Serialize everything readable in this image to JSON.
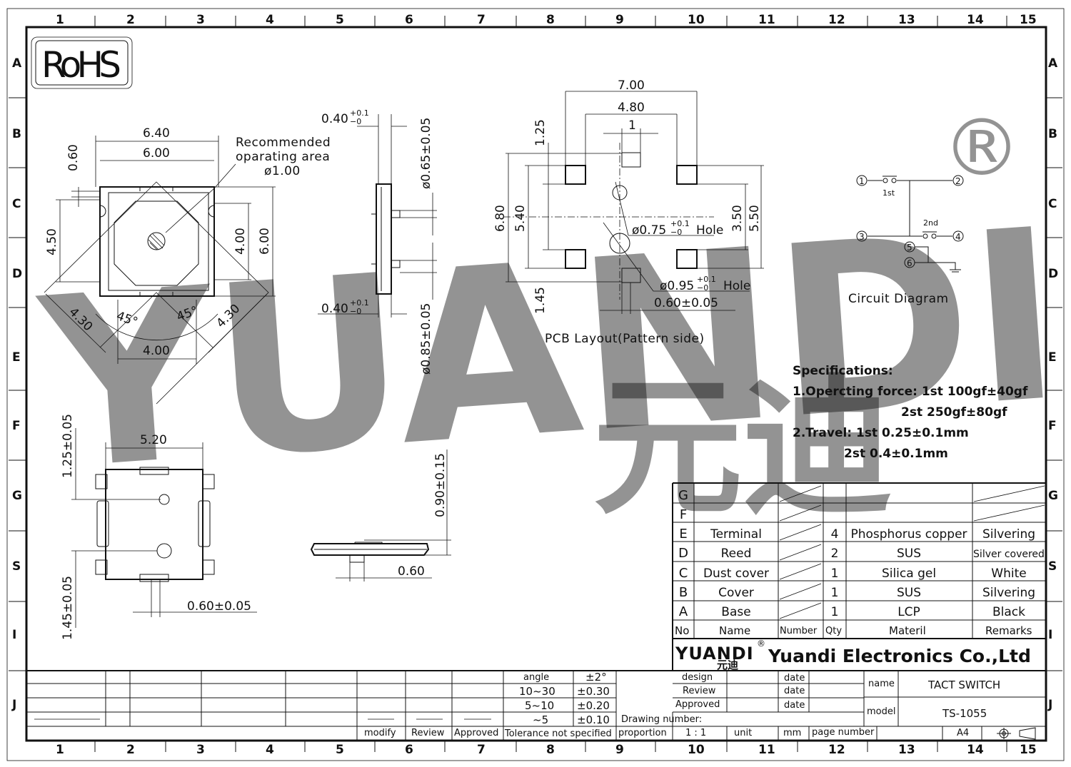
{
  "grid": {
    "columns": [
      "1",
      "2",
      "3",
      "4",
      "5",
      "6",
      "7",
      "8",
      "9",
      "10",
      "11",
      "12",
      "13",
      "14",
      "15"
    ],
    "rows": [
      "A",
      "B",
      "C",
      "D",
      "E",
      "F",
      "G",
      "S",
      "I",
      "J"
    ]
  },
  "rohs": "RoHS",
  "watermark": {
    "text": "YUANDI",
    "registered": "®",
    "cn": "元迪"
  },
  "top_view": {
    "dims": [
      "6.40",
      "6.00",
      "0.60",
      "4.50",
      "4.00",
      "6.00",
      "4.30",
      "4.30",
      "4.00",
      "45°",
      "45°"
    ],
    "rec_area": [
      "Recommended",
      "oparating  area",
      "ø1.00"
    ]
  },
  "side_view": {
    "d_top": "0.40",
    "d_top_tol": "+0.1",
    "d_top_tol2": "−0",
    "d_bot": "0.40",
    "d_bot_tol": "+0.1",
    "d_bot_tol2": "−0",
    "phi_top": "ø0.65±0.05",
    "phi_bot": "ø0.85±0.05"
  },
  "pcb": {
    "dims": [
      "7.00",
      "4.80",
      "1",
      "1.25",
      "6.80",
      "5.40",
      "3.50",
      "5.50",
      "1.45",
      "0.60±0.05"
    ],
    "hole1": "ø0.75",
    "hole1_tol": "+0.1",
    "hole1_tol2": "−0",
    "hole1_word": "Hole",
    "hole2": "ø0.95",
    "hole2_tol": "+0.1",
    "hole2_tol2": "−0",
    "hole2_word": "Hole",
    "caption": "PCB  Layout(Pattern  side)"
  },
  "circuit": {
    "pins": [
      "1",
      "2",
      "3",
      "4",
      "5",
      "6"
    ],
    "first": "1st",
    "second": "2nd",
    "caption": "Circuit  Diagram"
  },
  "specs": {
    "title": "Specifications:",
    "l1": "1.Opercting force: 1st 100gf±40gf",
    "l2": "2st 250gf±80gf",
    "l3": "2.Travel: 1st 0.25±0.1mm",
    "l4": "2st  0.4±0.1mm"
  },
  "bottom_view": {
    "dims": [
      "5.20",
      "1.25±0.05",
      "1.45±0.05",
      "0.60±0.05"
    ]
  },
  "side2_view": {
    "dims": [
      "0.90±0.15",
      "0.60"
    ]
  },
  "bom": {
    "rows": [
      {
        "no": "G",
        "name": "",
        "number": "",
        "qty": "",
        "mat": "",
        "rem": ""
      },
      {
        "no": "F",
        "name": "",
        "number": "",
        "qty": "",
        "mat": "",
        "rem": ""
      },
      {
        "no": "E",
        "name": "Terminal",
        "number": "",
        "qty": "4",
        "mat": "Phosphorus copper",
        "rem": "Silvering"
      },
      {
        "no": "D",
        "name": "Reed",
        "number": "",
        "qty": "2",
        "mat": "SUS",
        "rem": "Silver covered"
      },
      {
        "no": "C",
        "name": "Dust cover",
        "number": "",
        "qty": "1",
        "mat": "Silica gel",
        "rem": "White"
      },
      {
        "no": "B",
        "name": "Cover",
        "number": "",
        "qty": "1",
        "mat": "SUS",
        "rem": "Silvering"
      },
      {
        "no": "A",
        "name": "Base",
        "number": "",
        "qty": "1",
        "mat": "LCP",
        "rem": "Black"
      }
    ],
    "header": {
      "no": "No",
      "name": "Name",
      "number": "Number",
      "qty": "Qty",
      "mat": "Materil",
      "rem": "Remarks"
    }
  },
  "title_block": {
    "logo": "YUANDI",
    "logo_r": "®",
    "logo_cn": "元迪",
    "company": "Yuandi Electronics Co.,Ltd",
    "design": "design",
    "review": "Review",
    "approved": "Approved",
    "date1": "date",
    "date2": "date",
    "date3": "date",
    "name_label": "name",
    "name_value": "TACT SWITCH",
    "model_label": "model",
    "model_value": "TS-1055",
    "drawing_number": "Drawing number:",
    "proportion": "proportion",
    "scale": "1 : 1",
    "unit": "unit",
    "mm": "mm",
    "page_number": "page number",
    "size": "A4",
    "angle": "angle",
    "angle_tol": "±2°",
    "r1": "10~30",
    "t1": "±0.30",
    "r2": "5~10",
    "t2": "±0.20",
    "r3": "~5",
    "t3": "±0.10",
    "modify": "modify",
    "rev2": "Review",
    "appr2": "Approved",
    "tol_note": "Tolerance not specified"
  }
}
